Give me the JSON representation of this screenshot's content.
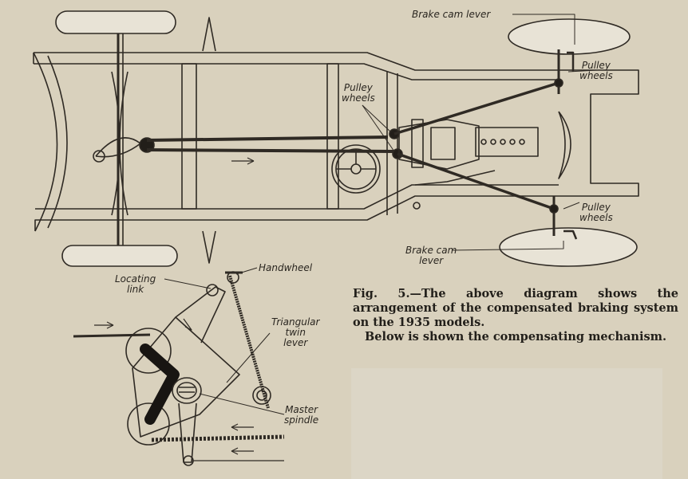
{
  "labels": {
    "brake_cam_top": "Brake cam lever",
    "pulley_top": [
      "Pulley",
      "wheels"
    ],
    "pulley_mid": [
      "Pulley",
      "wheels"
    ],
    "pulley_bottom": [
      "Pulley",
      "wheels"
    ],
    "brake_cam_bottom": [
      "Brake cam",
      "lever"
    ],
    "handwheel": "Handwheel",
    "locating_link": [
      "Locating",
      "link"
    ],
    "triangular": [
      "Triangular",
      "twin",
      "lever"
    ],
    "master_spindle": [
      "Master",
      "spindle"
    ]
  },
  "caption": {
    "fig": "Fig. 5.",
    "body": "—The above diagram shows the arrangement of the compensated braking system on the 1935 models.",
    "last": "Below is shown the compensating mechanism."
  },
  "colors": {
    "paper": "#d9d1bd",
    "ink": "#2a2620"
  }
}
